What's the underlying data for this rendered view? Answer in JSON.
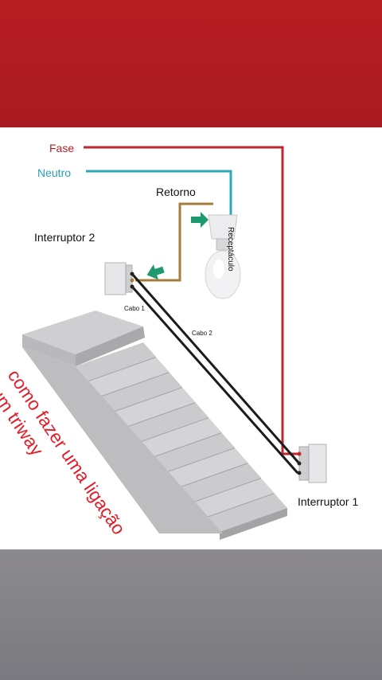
{
  "labels": {
    "fase": "Fase",
    "neutro": "Neutro",
    "retorno": "Retorno",
    "receptaculo": "Receptáculo",
    "interruptor_2": "Interruptor 2",
    "interruptor_1": "Interruptor 1",
    "cabo_1": "Cabo 1",
    "cabo_2": "Cabo 2"
  },
  "caption": {
    "line1": "como fazer uma ligação",
    "line2": "de um triway"
  },
  "colors": {
    "fase": "#c0262d",
    "neutro": "#2ea8b8",
    "retorno": "#a67c3a",
    "cabo": "#1b1b1b",
    "arrow": "#1f9a6e",
    "caption": "#e31d28"
  }
}
